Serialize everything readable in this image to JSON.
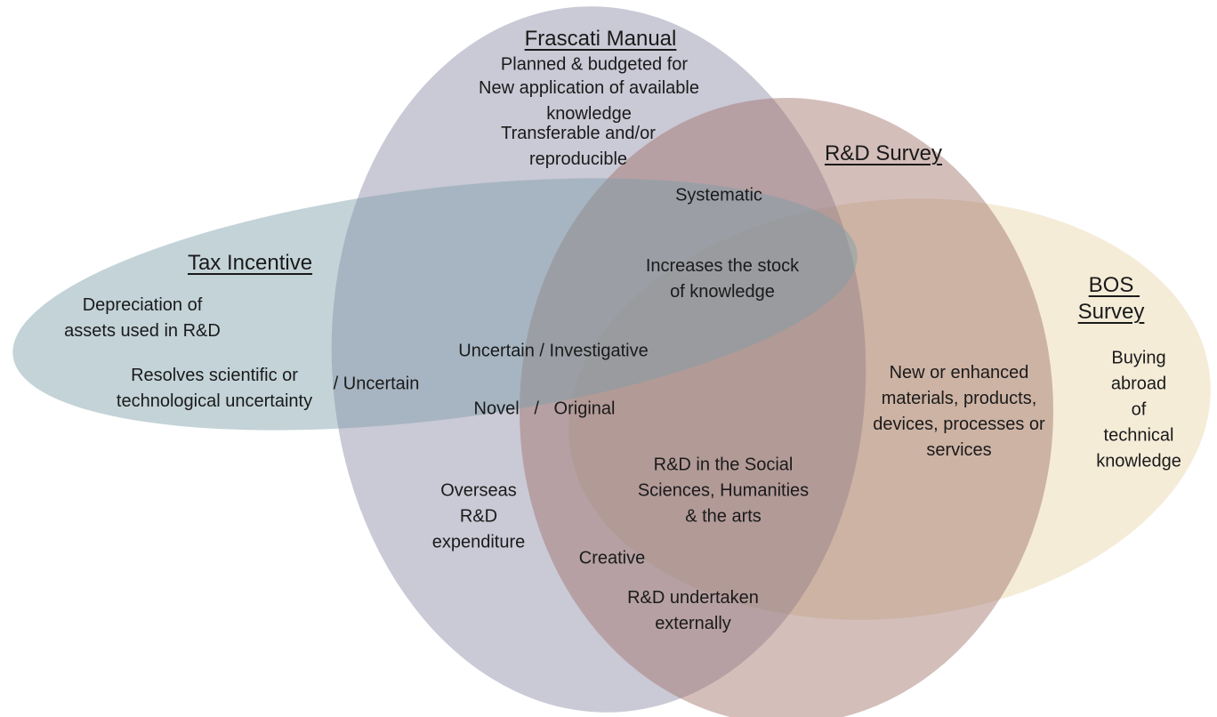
{
  "colors": {
    "background": "#ffffff",
    "text": "#1a1a1a",
    "frascati_fill": "#8a87a3",
    "rd_survey_fill": "#9d6f66",
    "tax_incentive_fill": "#7a9da8",
    "bos_survey_fill": "#e9d5a8"
  },
  "ellipses": {
    "frascati": {
      "label": "Frascati Manual"
    },
    "rd_survey": {
      "label": "R&D Survey"
    },
    "tax_incentive": {
      "label": "Tax Incentive"
    },
    "bos_survey": {
      "label": "BOS Survey"
    }
  },
  "labels": {
    "planned": "Planned & budgeted for",
    "new_application": "New application of available\nknowledge",
    "transferable": "Transferable and/or\nreproducible",
    "systematic": "Systematic",
    "increases_stock": "Increases the stock\nof knowledge",
    "depreciation": "Depreciation of\nassets used in R&D",
    "resolves": "Resolves scientific or\ntechnological uncertainty",
    "slash_uncertain": "/ Uncertain",
    "uncertain_investigative": "Uncertain / Investigative",
    "novel_original": "Novel   /   Original",
    "new_enhanced": "New or enhanced\nmaterials, products,\ndevices, processes or\nservices",
    "buying_abroad": "Buying abroad\nof technical\nknowledge",
    "overseas": "Overseas\nR&D\nexpenditure",
    "rd_social": "R&D in the Social\nSciences, Humanities\n& the arts",
    "creative": "Creative",
    "rd_external": "R&D undertaken\nexternally"
  }
}
